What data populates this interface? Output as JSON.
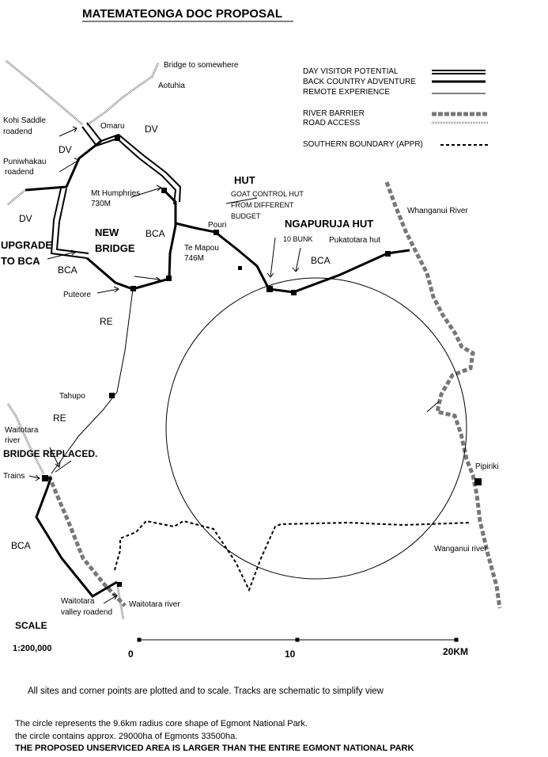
{
  "title": "MATEMATEONGA DOC PROPOSAL",
  "legend": {
    "day_visitor": "DAY VISITOR POTENTIAL",
    "back_country": "BACK COUNTRY ADVENTURE",
    "remote": "REMOTE EXPERIENCE",
    "river_barrier": "RIVER BARRIER",
    "road_access": "ROAD ACCESS",
    "southern_boundary": "SOUTHERN BOUNDARY (APPR)"
  },
  "places": {
    "bridge_to_somewhere": "Bridge to somewhere",
    "aotuhia": "Aotuhia",
    "kohi_saddle_1": "Kohi Saddle",
    "kohi_saddle_2": "roadend",
    "omaru": "Omaru",
    "puniwhakau_1": "Puniwhakau",
    "puniwhakau_2": "roadend",
    "mt_humphries_1": "Mt Humphries",
    "mt_humphries_2": "730M",
    "pouri": "Pouri",
    "te_mapou_1": "Te Mapou",
    "te_mapou_2": "746M",
    "puteore": "Puteore",
    "pukatotara_hut": "Pukatotara hut",
    "whanganui_river": "Whanganui River",
    "tahupo": "Tahupo",
    "waitotara_river_1": "Waitotara",
    "waitotara_river_2": "river",
    "trains": "Trains",
    "pipiriki": "Pipiriki",
    "wanganui_river": "Wanganui river",
    "waitotara_valley_1": "Waitotara",
    "waitotara_valley_2": "valley roadend",
    "waitotara_river_s": "Waitotara river"
  },
  "zones": {
    "dv1": "DV",
    "dv2": "DV",
    "dv3": "DV",
    "bca1": "BCA",
    "bca2": "BCA",
    "bca3": "BCA",
    "bca4": "BCA",
    "re1": "RE",
    "re2": "RE"
  },
  "annotations": {
    "hut": "HUT",
    "goat_1": "GOAT CONTROL HUT",
    "goat_2": "FROM DIFFERENT",
    "goat_3": "BUDGET",
    "ngapuruja": "NGAPURUJA HUT",
    "bunk": "10 BUNK",
    "new_bridge_1": "NEW",
    "new_bridge_2": "BRIDGE",
    "upgrade_1": "UPGRADE",
    "upgrade_2": "TO BCA",
    "bridge_replaced": "BRIDGE REPLACED."
  },
  "scale": {
    "label": "SCALE",
    "ratio": "1:200,000",
    "tick0": "0",
    "tick1": "10",
    "tick2": "20KM"
  },
  "notes": {
    "line1": "All sites and corner points are plotted and to scale. Tracks are schematic to simplify view",
    "line2": "The circle represents the 9.6km radius core shape of Egmont National Park.",
    "line3": "the circle contains approx. 29000ha of Egmonts 33500ha.",
    "line4": "THE PROPOSED UNSERVICED AREA IS LARGER THAN THE ENTIRE EGMONT NATIONAL PARK"
  }
}
